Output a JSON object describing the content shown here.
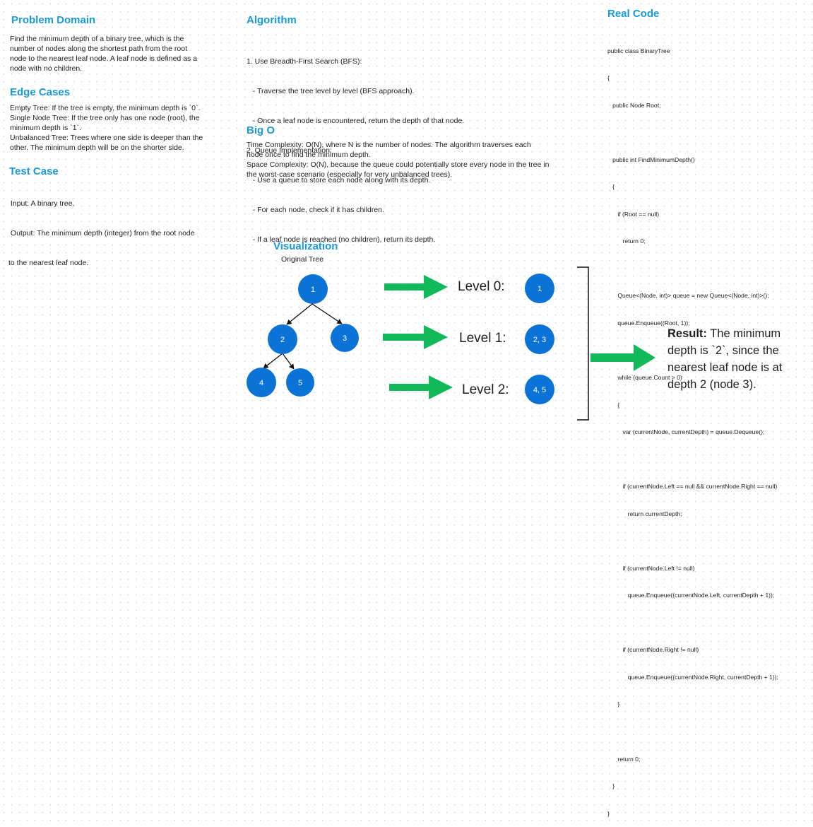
{
  "colors": {
    "accent": "#1a9ad6",
    "node": "#0b72d6",
    "arrow": "#12b95b",
    "text": "#1e1e1e"
  },
  "problem": {
    "title": "Problem Domain",
    "lines": [
      "Find the minimum depth of a binary tree, which is the",
      "number of nodes along the shortest path from the root",
      "node to the nearest leaf node. A leaf node is defined as a",
      "node with no children."
    ]
  },
  "edge_cases": {
    "title": "Edge Cases",
    "lines": [
      "Empty Tree: If the tree is empty, the minimum depth is `0`.",
      "Single Node Tree: If the tree only has one node (root), the",
      "minimum depth is `1`.",
      "Unbalanced Tree: Trees where one side is deeper than the",
      "other. The minimum depth will be on the shorter side."
    ]
  },
  "test_case": {
    "title": "Test Case",
    "lines": [
      " Input: A binary tree.",
      " Output: The minimum depth (integer) from the root node",
      "to the nearest leaf node."
    ]
  },
  "algorithm": {
    "title": "Algorithm",
    "lines": [
      "1. Use Breadth-First Search (BFS):",
      "   - Traverse the tree level by level (BFS approach).",
      "   - Once a leaf node is encountered, return the depth of that node.",
      "2. Queue Implementation:",
      "   - Use a queue to store each node along with its depth.",
      "   - For each node, check if it has children.",
      "   - If a leaf node is reached (no children), return its depth."
    ]
  },
  "big_o": {
    "title": "Big O",
    "lines": [
      "Time Complexity: O(N), where N is the number of nodes. The algorithm traverses each",
      "node once to find the minimum depth.",
      "Space Complexity: O(N), because the queue could potentially store every node in the tree in",
      "the worst-case scenario (especially for very unbalanced trees)."
    ]
  },
  "real_code": {
    "title": "Real Code",
    "lines": [
      "public class BinaryTree",
      "{",
      "   public Node Root;",
      "",
      "   public int FindMinimumDepth()",
      "   {",
      "      if (Root == null)",
      "         return 0;",
      "",
      "      Queue<(Node, int)> queue = new Queue<(Node, int)>();",
      "      queue.Enqueue((Root, 1));",
      "",
      "      while (queue.Count > 0)",
      "      {",
      "         var (currentNode, currentDepth) = queue.Dequeue();",
      "",
      "         if (currentNode.Left == null && currentNode.Right == null)",
      "            return currentDepth;",
      "",
      "         if (currentNode.Left != null)",
      "            queue.Enqueue((currentNode.Left, currentDepth + 1));",
      "",
      "         if (currentNode.Right != null)",
      "            queue.Enqueue((currentNode.Right, currentDepth + 1));",
      "      }",
      "",
      "      return 0;",
      "   }",
      "}"
    ]
  },
  "visualization": {
    "title": "Visualization",
    "subtitle": "Original Tree",
    "tree_nodes": [
      "1",
      "2",
      "3",
      "4",
      "5"
    ],
    "levels": [
      {
        "label": "Level 0:",
        "value": "1"
      },
      {
        "label": "Level 1:",
        "value": "2, 3"
      },
      {
        "label": "Level 2:",
        "value": "4, 5"
      }
    ]
  },
  "result": {
    "label": "Result:",
    "text": " The minimum depth is `2`, since the nearest leaf node is at depth 2 (node 3)."
  }
}
